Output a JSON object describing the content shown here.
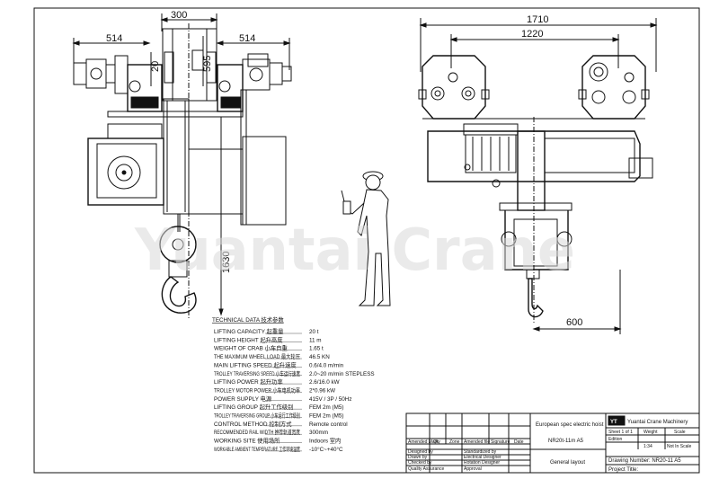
{
  "dimensions": {
    "d300": "300",
    "d514_left": "514",
    "d514_right": "514",
    "d20": "20",
    "d595": "595",
    "d1630": "1630",
    "d1710": "1710",
    "d1220": "1220",
    "d600": "600"
  },
  "watermark": "Yuantai Crane",
  "technical_data": {
    "title": "TECHNICAL DATA 技术参数",
    "rows": [
      {
        "label": "LIFTING CAPACITY 起重量",
        "value": "20 t"
      },
      {
        "label": "LIFTING HEIGHT 起升高度",
        "value": "11 m"
      },
      {
        "label": "WEIGHT OF CRAB 小车自重",
        "value": "1.65 t"
      },
      {
        "label": "THE MAXIMUM WHEEL LOAD 最大轮压",
        "value": "46.5 KN"
      },
      {
        "label": "MAIN LIFTING SPEED 起升速度",
        "value": "0.6/4.0 m/min"
      },
      {
        "label": "TROLLEY TRAVERSING SPEED 小车运行速度",
        "value": "2.0~20 m/min  STEPLESS"
      },
      {
        "label": "LIFTING POWER 起升功率",
        "value": "2.6/16.0 kW"
      },
      {
        "label": "TROLLEY MOTOR POWER 小车电机功率",
        "value": "2*0.96 kW"
      },
      {
        "label": "POWER SUPPLY 电源",
        "value": "415V / 3P / 50Hz"
      },
      {
        "label": "LIFTING GROUP 起升工作级别",
        "value": "FEM 2m (M5)"
      },
      {
        "label": "TROLLEY TRAVERSING GROUP 小车运行工作级别",
        "value": "FEM 2m (M5)"
      },
      {
        "label": "CONTROL METHOD 控制方式",
        "value": "Remote control"
      },
      {
        "label": "RECOMMENDED RAIL WIDTH 推荐轨道宽度",
        "value": "300mm"
      },
      {
        "label": "WORKING SITE 使用场所",
        "value": "Indoors 室内"
      },
      {
        "label": "WORKABLE AMBIENT TEMPERATURE 工作环境温度",
        "value": "-10°C~+40°C"
      }
    ]
  },
  "title_block": {
    "product_name": "European spec electric hoist",
    "product_model": "NR20t-11m A5",
    "layout_name": "General layout",
    "company": "Yuantai Crane Machinery",
    "sheet_label": "Sheet 1 of 1",
    "weight_label": "Weight",
    "scale_label": "Scale",
    "edition_label": "Edition",
    "scale_value": "1:34",
    "not_in_scale": "Not In Scale",
    "drawing_number": "Drawing Number: NR20-11 A5",
    "project_title": "Project Title:",
    "rev_headers": [
      "Amended Mark",
      "Qty",
      "Zone",
      "Amended file",
      "Signature",
      "Date"
    ],
    "left_rows": [
      "Designed by",
      "Drawn by",
      "Checked by",
      "Quality Assurance"
    ],
    "right_rows": [
      "Standardized by",
      "Electrical Designer",
      "Rotation Designer",
      "Approval"
    ]
  },
  "colors": {
    "line": "#111111",
    "watermark": "#d9d9d9"
  }
}
